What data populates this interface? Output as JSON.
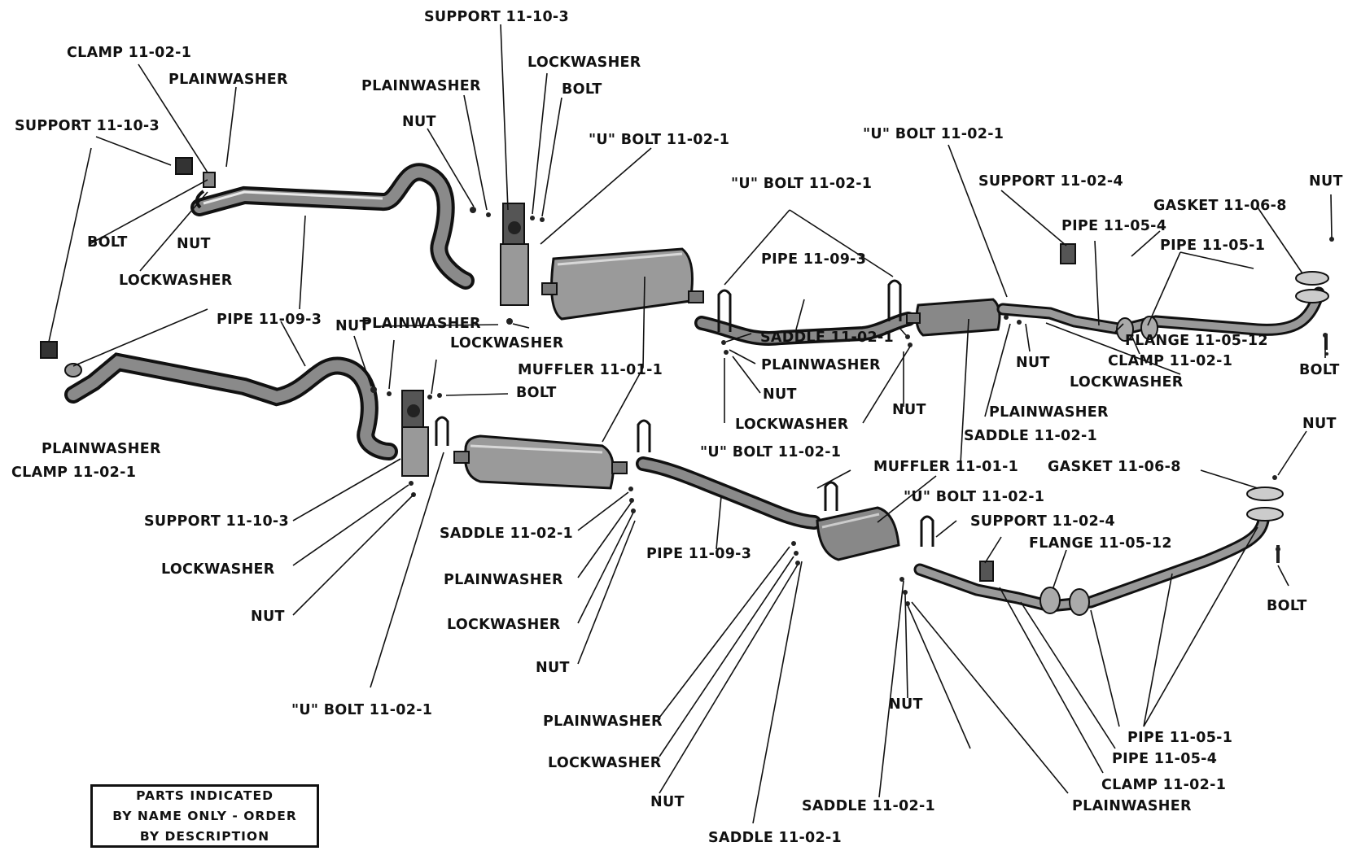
{
  "notice": {
    "line1": "PARTS INDICATED",
    "line2": "BY NAME ONLY - ORDER",
    "line3": "BY DESCRIPTION"
  },
  "labels": [
    "SUPPORT 11-10-3",
    "CLAMP 11-02-1",
    "PLAINWASHER",
    "LOCKWASHER",
    "BOLT",
    "PLAINWASHER",
    "SUPPORT 11-10-3",
    "NUT",
    "\"U\" BOLT 11-02-1",
    "\"U\" BOLT 11-02-1",
    "\"U\" BOLT 11-02-1",
    "SUPPORT 11-02-4",
    "NUT",
    "GASKET 11-06-8",
    "PIPE 11-05-4",
    "PIPE 11-05-1",
    "BOLT",
    "NUT",
    "LOCKWASHER",
    "PIPE 11-09-3",
    "PIPE 11-09-3",
    "NUT",
    "PLAINWASHER",
    "LOCKWASHER",
    "MUFFLER 11-01-1",
    "SADDLE 11-02-1",
    "PLAINWASHER",
    "NUT",
    "LOCKWASHER",
    "NUT",
    "NUT",
    "FLANGE 11-05-12",
    "CLAMP 11-02-1",
    "LOCKWASHER",
    "BOLT",
    "PLAINWASHER",
    "SADDLE 11-02-1",
    "NUT",
    "PLAINWASHER",
    "CLAMP 11-02-1",
    "BOLT",
    "\"U\" BOLT 11-02-1",
    "MUFFLER 11-01-1",
    "GASKET 11-06-8",
    "\"U\" BOLT 11-02-1",
    "SUPPORT 11-02-4",
    "FLANGE 11-05-12",
    "SUPPORT 11-10-3",
    "SADDLE 11-02-1",
    "PIPE 11-09-3",
    "LOCKWASHER",
    "PLAINWASHER",
    "BOLT",
    "NUT",
    "LOCKWASHER",
    "NUT",
    "\"U\" BOLT 11-02-1",
    "NUT",
    "PLAINWASHER",
    "PIPE 11-05-1",
    "LOCKWASHER",
    "PIPE 11-05-4",
    "NUT",
    "CLAMP 11-02-1",
    "SADDLE 11-02-1",
    "PLAINWASHER",
    "SADDLE 11-02-1"
  ]
}
